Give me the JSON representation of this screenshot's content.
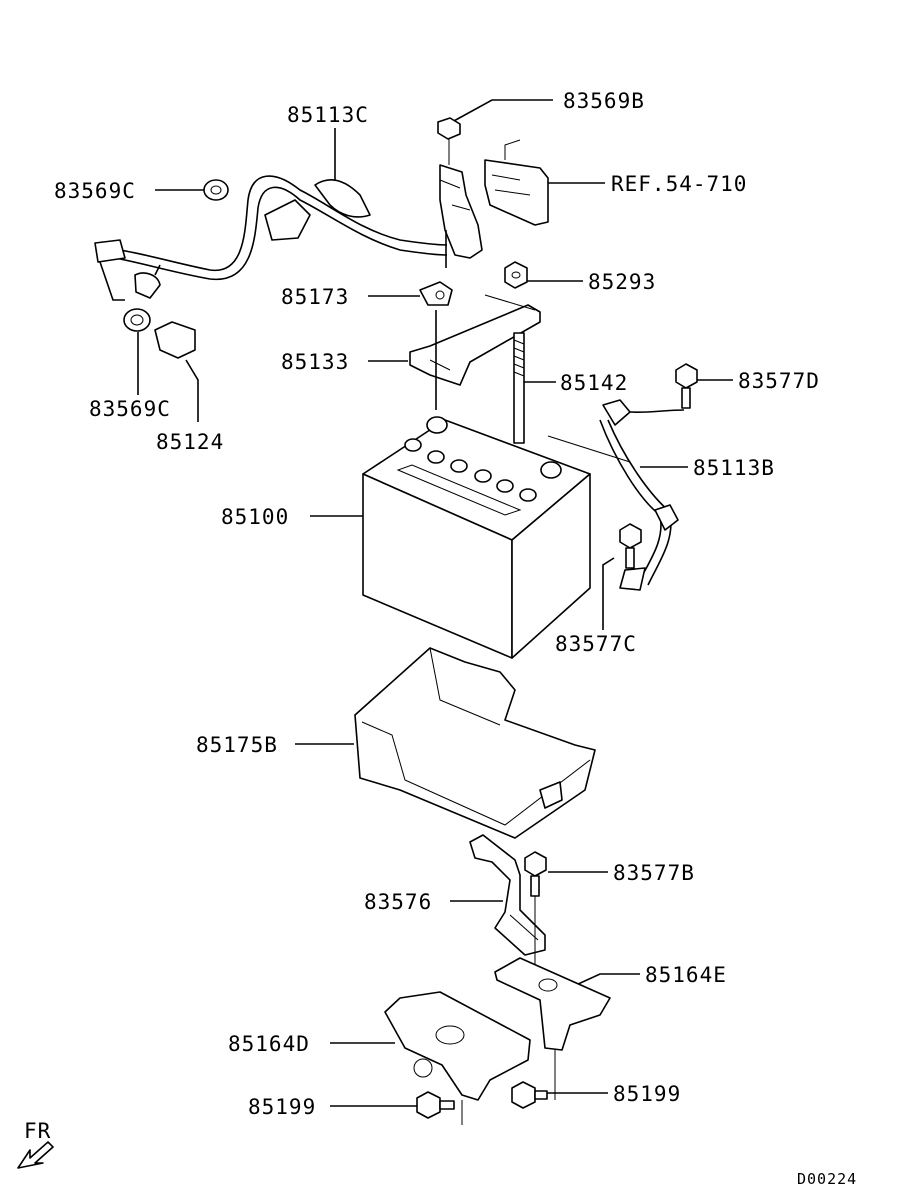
{
  "diagram": {
    "callouts": [
      {
        "id": "c_83569B",
        "text": "83569B"
      },
      {
        "id": "c_85113C",
        "text": "85113C"
      },
      {
        "id": "c_83569C_top",
        "text": "83569C"
      },
      {
        "id": "c_ref",
        "text": "REF.54-710"
      },
      {
        "id": "c_85293",
        "text": "85293"
      },
      {
        "id": "c_85173",
        "text": "85173"
      },
      {
        "id": "c_85133",
        "text": "85133"
      },
      {
        "id": "c_85142",
        "text": "85142"
      },
      {
        "id": "c_83577D",
        "text": "83577D"
      },
      {
        "id": "c_83569C_bot",
        "text": "83569C"
      },
      {
        "id": "c_85124",
        "text": "85124"
      },
      {
        "id": "c_85113B",
        "text": "85113B"
      },
      {
        "id": "c_85100",
        "text": "85100"
      },
      {
        "id": "c_83577C",
        "text": "83577C"
      },
      {
        "id": "c_85175B",
        "text": "85175B"
      },
      {
        "id": "c_83577B",
        "text": "83577B"
      },
      {
        "id": "c_83576",
        "text": "83576"
      },
      {
        "id": "c_85164E",
        "text": "85164E"
      },
      {
        "id": "c_85164D",
        "text": "85164D"
      },
      {
        "id": "c_85199_right",
        "text": "85199"
      },
      {
        "id": "c_85199_left",
        "text": "85199"
      }
    ],
    "direction_label": "FR",
    "drawing_code": "D00224"
  }
}
